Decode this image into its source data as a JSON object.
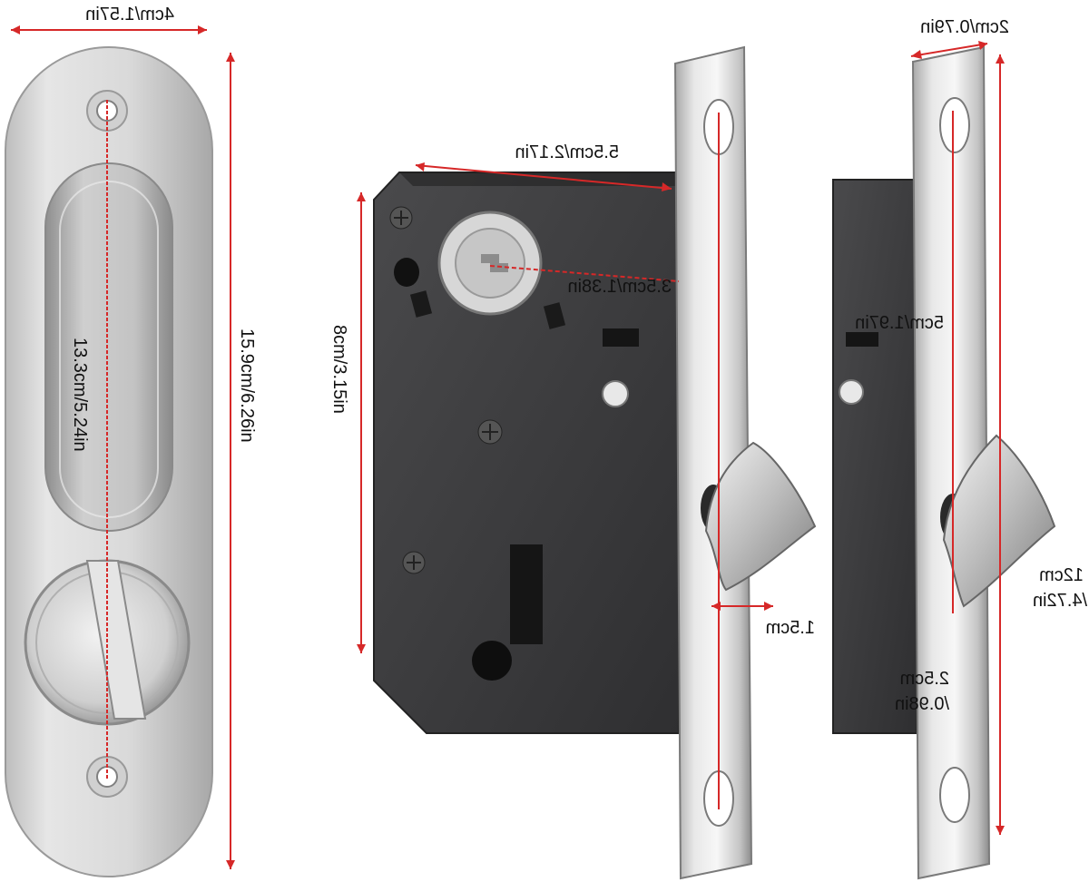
{
  "dimensions": {
    "plate_width": "4cm/1.57in",
    "plate_handle_length": "13.3cm/5.24in",
    "plate_total_length": "15.9cm/6.26in",
    "lock_body_width": "5.5cm/2.17in",
    "spindle_offset": "3.5cm/1.38in",
    "lock_body_height": "8cm/3.15in",
    "hook_projection": "1.5cm",
    "faceplate_width": "2cm/0.79in",
    "second_body_depth": "5cm/1.97in",
    "faceplate_length_cm": "12cm",
    "faceplate_length_in": "/4.72in",
    "hook_offset_cm": "2.5cm",
    "hook_offset_in": "/0.98in"
  },
  "colors": {
    "dimension_line": "#d62828",
    "lock_body": "#3b3b3d",
    "steel_light": "#ececec",
    "steel_dark": "#9a9a9a"
  }
}
